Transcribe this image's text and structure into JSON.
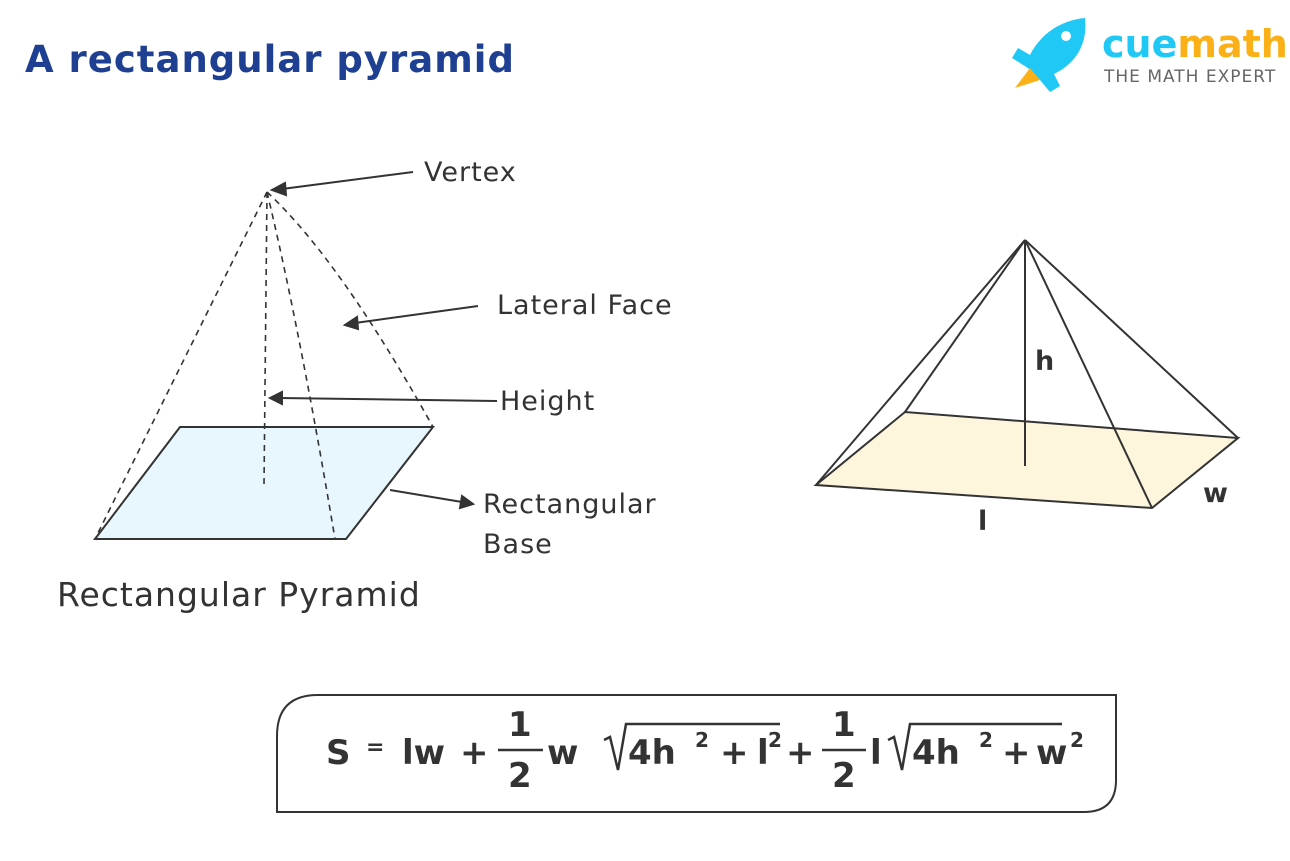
{
  "title": "A rectangular pyramid",
  "logo": {
    "brand_part1": "cue",
    "brand_part2": "math",
    "tagline": "THE MATH EXPERT",
    "color1": "#1fc8f5",
    "color2": "#fbb018"
  },
  "left_diagram": {
    "labels": {
      "vertex": "Vertex",
      "lateral_face": "Lateral Face",
      "height": "Height",
      "base_line1": "Rectangular",
      "base_line2": "Base"
    },
    "caption": "Rectangular Pyramid",
    "base_color": "#e8f7fd"
  },
  "right_diagram": {
    "h": "h",
    "l": "l",
    "w": "w",
    "base_color": "#fdf5dc"
  },
  "formula": {
    "lhs": "S",
    "eq": "=",
    "t1": "lw",
    "plus": "+",
    "num": "1",
    "den": "2",
    "w": "w",
    "l": "l",
    "r1_a": "4h",
    "sq": "2",
    "r1_b": "l",
    "r2_b": "w"
  }
}
